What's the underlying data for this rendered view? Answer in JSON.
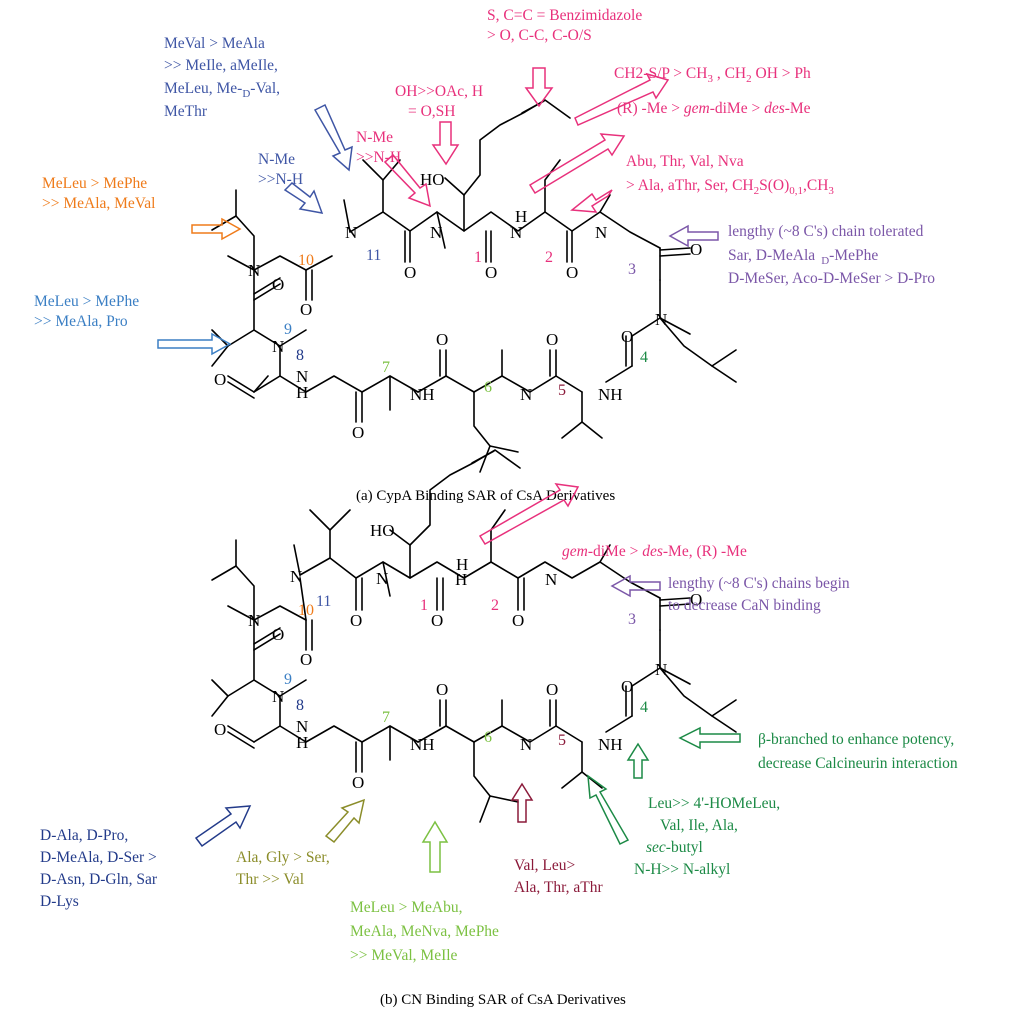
{
  "colors": {
    "pink": "#e8317c",
    "blue": "#3f56a5",
    "orange": "#ef7b1a",
    "purple": "#7b57a8",
    "green": "#1c8a46",
    "lightgreen": "#7cc142",
    "olive": "#8b8d2a",
    "maroon": "#8b1a3a",
    "navy": "#233b8a",
    "teal": "#3b7fc4"
  },
  "atoms": {
    "n": "N",
    "o": "O",
    "ho": "HO",
    "h": "H",
    "nh": "NH"
  },
  "panel_a": {
    "caption": "(a) CypA Binding SAR of CsA Derivatives",
    "residues": [
      "1",
      "2",
      "3",
      "4",
      "5",
      "6",
      "7",
      "8",
      "9",
      "10",
      "11"
    ],
    "annotations": {
      "benz": [
        "S, C=C = Benzimidazole",
        "> O, C-C, C-O/S"
      ],
      "ch2": "CH2-S/P > CH",
      "ch2_sub3": "3",
      "ch2_mid": " , CH",
      "ch2_sub2": "2",
      "ch2_end": " OH > Ph",
      "rme_a": "(R) -Me > ",
      "rme_b": "gem",
      "rme_c": "-diMe > ",
      "rme_d": "des",
      "rme_e": "-Me",
      "ohoac": [
        "OH>>OAc, H",
        "= O,SH"
      ],
      "nme1": [
        "N-Me",
        ">>N-H"
      ],
      "meval": [
        "MeVal > MeAla",
        ">> MeIle, aMeIle,",
        "MeLeu, Me-",
        " MeThr"
      ],
      "meval_d": "D",
      "meval_dval": "-Val,",
      "nme11": [
        "N-Me",
        ">>N-H"
      ],
      "meleu10": [
        "MeLeu > MePhe",
        ">> MeAla, MeVal"
      ],
      "meleu9": [
        "MeLeu > MePhe",
        ">> MeAla, Pro"
      ],
      "abu": [
        "Abu, Thr, Val, Nva",
        "> Ala, aThr, Ser, CH"
      ],
      "abu_s": "S(O)",
      "abu_sub": "0,1",
      "abu_end": ",CH",
      "lengthy": [
        "lengthy (~8 C's) chain tolerated",
        "Sar, D-MeAla",
        "-MePhe",
        "D-MeSer, Aco-D-MeSer > D-Pro"
      ],
      "lengthy_sub_d": "D"
    }
  },
  "panel_b": {
    "caption": "(b) CN Binding SAR of CsA Derivatives",
    "residues": [
      "1",
      "2",
      "3",
      "4",
      "5",
      "6",
      "7",
      "8",
      "9",
      "10",
      "11"
    ],
    "annotations": {
      "gem_a": "gem",
      "gem_b": "-diMe > ",
      "gem_c": "des",
      "gem_d": "-Me, (",
      "gem_e": "R",
      "gem_f": ") -Me",
      "lengthy": [
        "lengthy (~8 C's) chains begin",
        "to decrease CaN binding"
      ],
      "beta": [
        "β-branched to enhance potency,",
        "decrease Calcineurin interaction"
      ],
      "leu": [
        "Leu>> 4'-HOMeLeu,",
        "Val, Ile, Ala,",
        "-butyl"
      ],
      "leu_sec": "sec",
      "nh": "N-H>> N-alkyl",
      "val": [
        "Val, Leu>",
        "Ala, Thr, aThr"
      ],
      "meleu": [
        "MeLeu > MeAbu,",
        "MeAla, MeNva, MePhe",
        ">> MeVal, MeIle"
      ],
      "ala": [
        "Ala, Gly > Ser,",
        "Thr >> Val"
      ],
      "dala": [
        "D-Ala, D-Pro,",
        "D-MeAla, D-Ser >",
        "D-Asn, D-Gln, Sar",
        "D-Lys"
      ]
    }
  }
}
